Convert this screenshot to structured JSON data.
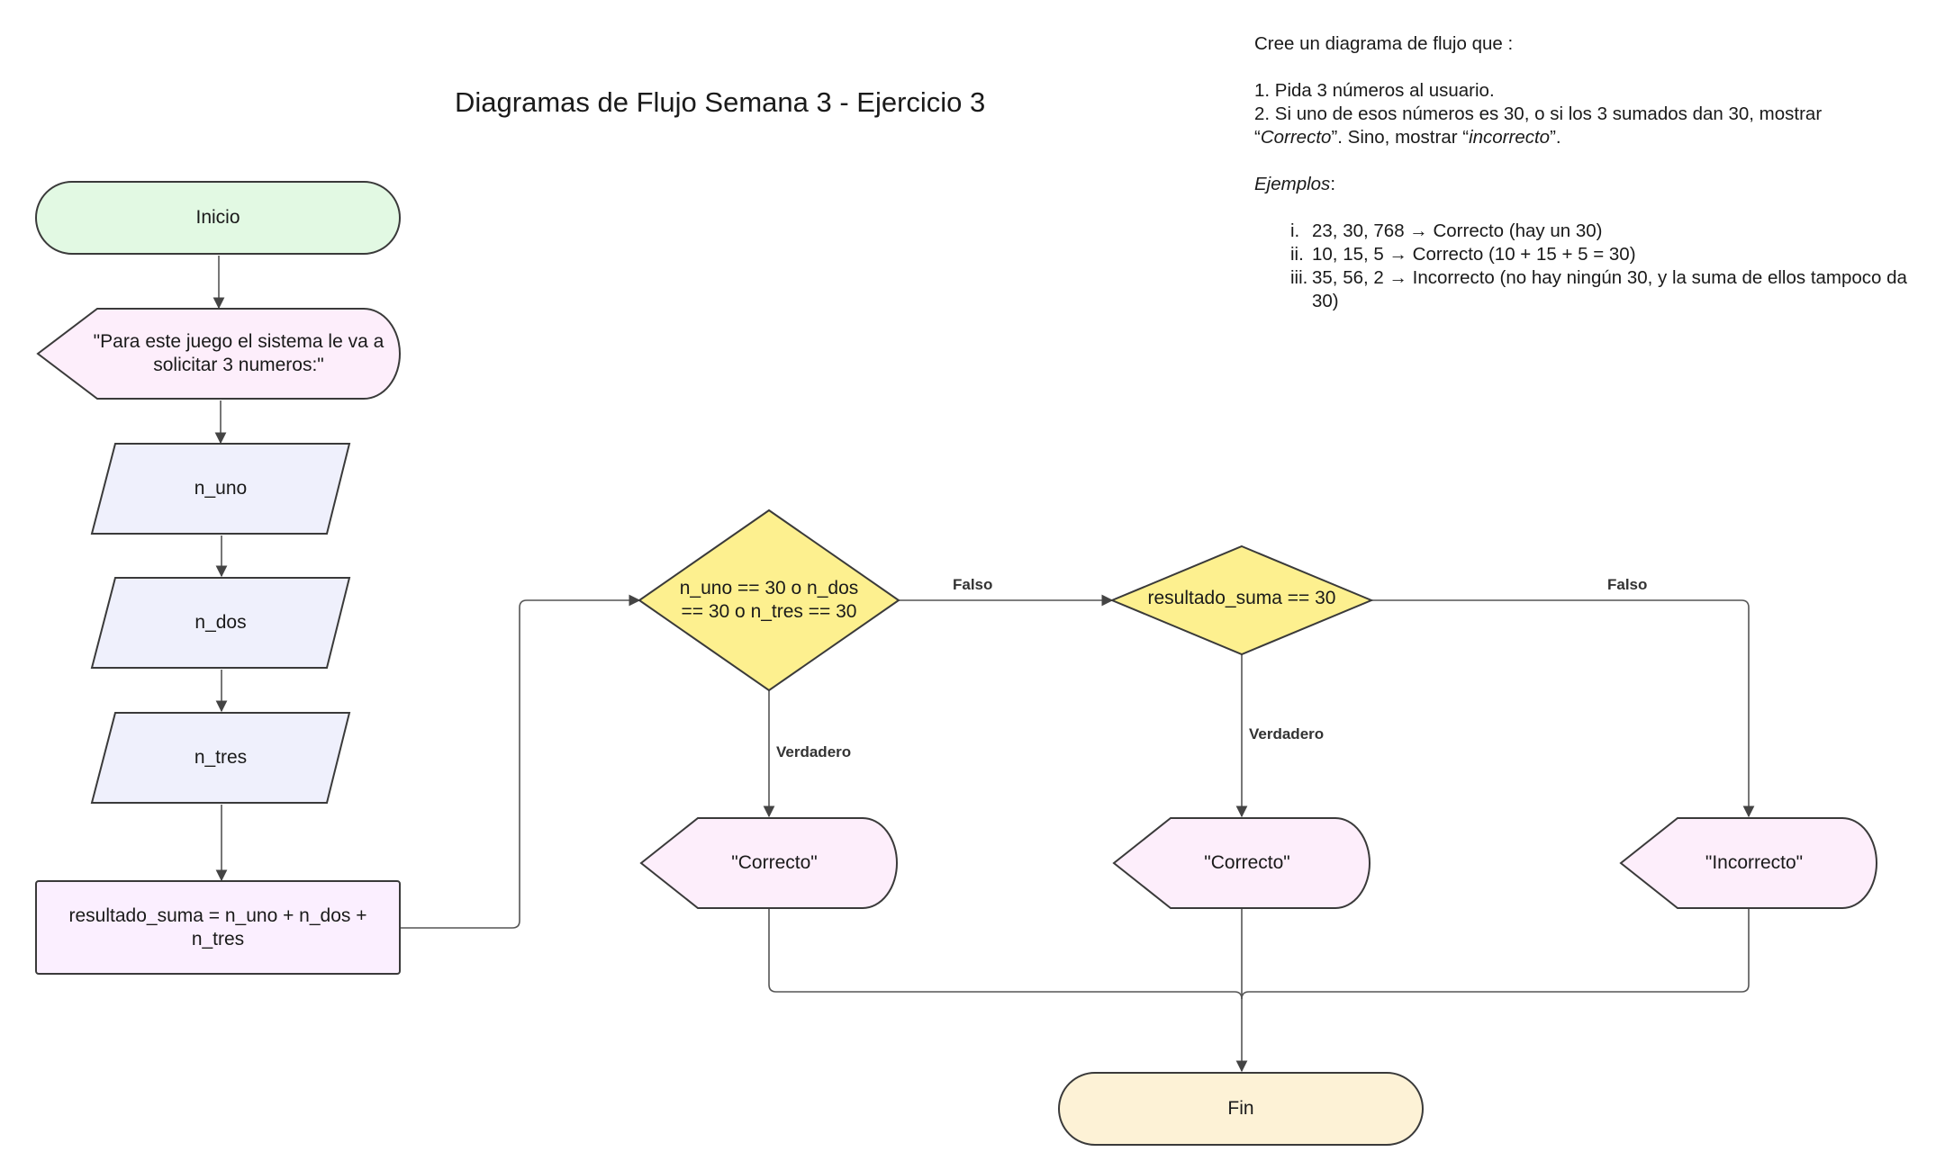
{
  "title": "Diagramas de Flujo Semana 3 - Ejercicio 3",
  "instructions": {
    "heading": "Cree un diagrama de flujo que :",
    "steps": [
      "1. Pida 3 números al usuario.",
      "2. Si uno de esos números es 30, o si los 3 sumados dan 30, mostrar"
    ],
    "step2_continuation": {
      "q1": "“",
      "correct_word": "Correcto",
      "mid": "”. Sino, mostrar “",
      "incorrect_word": "incorrecto",
      "end": "”."
    },
    "examples_label": "Ejemplos",
    "examples_colon": ":",
    "examples": [
      {
        "num": "i.",
        "text": "23, 30, 768 → Correcto (hay un 30)"
      },
      {
        "num": "ii.",
        "text": "10, 15, 5 → Correcto (10 + 15 + 5 = 30)"
      },
      {
        "num": "iii.",
        "text": "35, 56, 2 → Incorrecto (no hay ningún 30, y la suma de ellos tampoco da 30)"
      }
    ]
  },
  "nodes": {
    "inicio": "Inicio",
    "intro": "\"Para este juego el sistema le va a solicitar 3 numeros:\"",
    "n_uno": "n_uno",
    "n_dos": "n_dos",
    "n_tres": "n_tres",
    "suma": "resultado_suma = n_uno + n_dos + n_tres",
    "decision1": "n_uno == 30 o n_dos == 30 o n_tres == 30",
    "decision2": "resultado_suma == 30",
    "correcto1": "\"Correcto\"",
    "correcto2": "\"Correcto\"",
    "incorrecto": "\"Incorrecto\"",
    "fin": "Fin"
  },
  "edges": {
    "d1_false": "Falso",
    "d1_true": "Verdadero",
    "d2_false": "Falso",
    "d2_true": "Verdadero"
  },
  "colors": {
    "start": "#e2f9e3",
    "display": "#fdeefb",
    "input": "#eff0fc",
    "process": "#fbefff",
    "decision": "#fdf08f",
    "end": "#fdf2d6",
    "stroke": "#3a3a3a",
    "line": "#555555"
  }
}
